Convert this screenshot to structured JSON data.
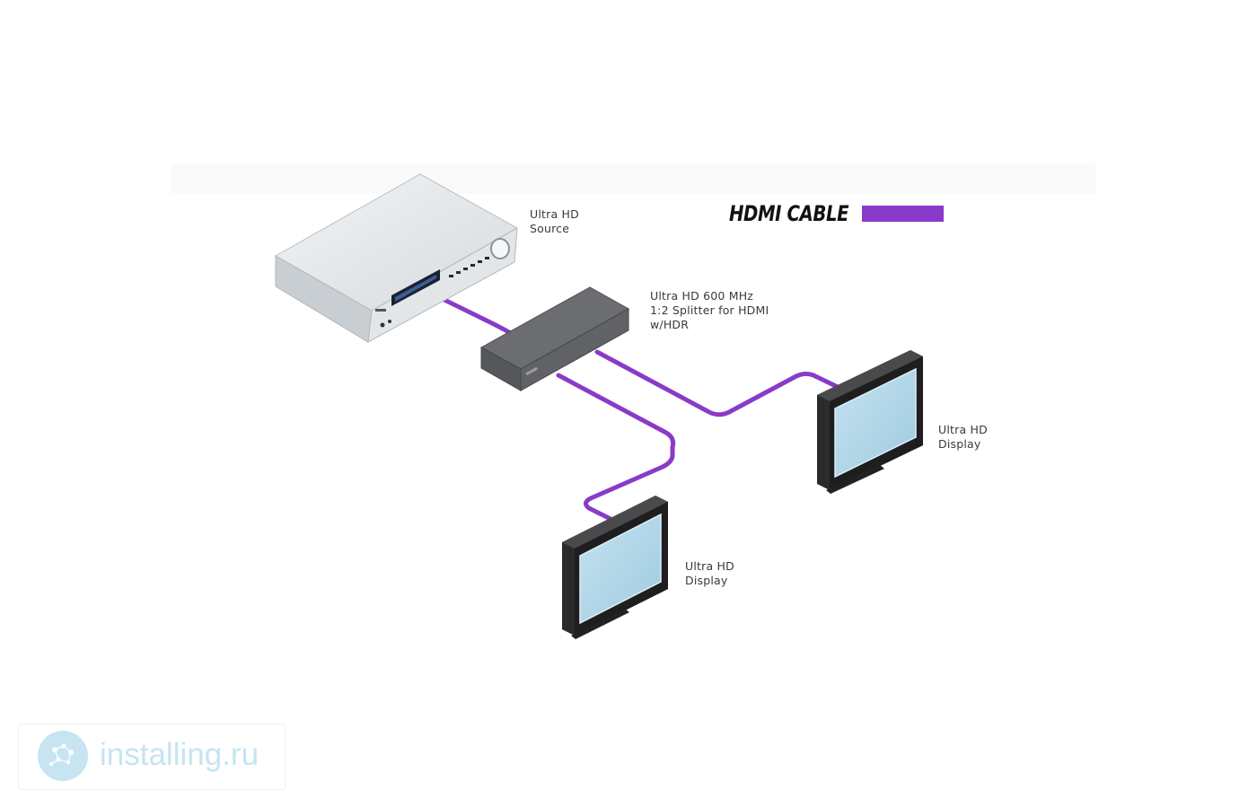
{
  "legend": {
    "title": "HDMI CABLE",
    "cable_color": "#8a3ac8"
  },
  "devices": {
    "source": {
      "label": "Ultra HD\nSource",
      "icon": "av-receiver-icon"
    },
    "splitter": {
      "label": "Ultra HD 600 MHz\n1:2 Splitter for HDMI\nw/HDR",
      "icon": "splitter-box-icon"
    },
    "display_right": {
      "label": "Ultra HD\nDisplay",
      "icon": "monitor-icon"
    },
    "display_bottom": {
      "label": "Ultra HD\nDisplay",
      "icon": "monitor-icon"
    }
  },
  "colors": {
    "cable": "#8a3ac8",
    "screen": "#aed3e6",
    "device_silver": "#d9dde1",
    "splitter_gray": "#5e6064"
  },
  "watermark": {
    "text": "installing.ru",
    "color": "#c6e4f2"
  }
}
